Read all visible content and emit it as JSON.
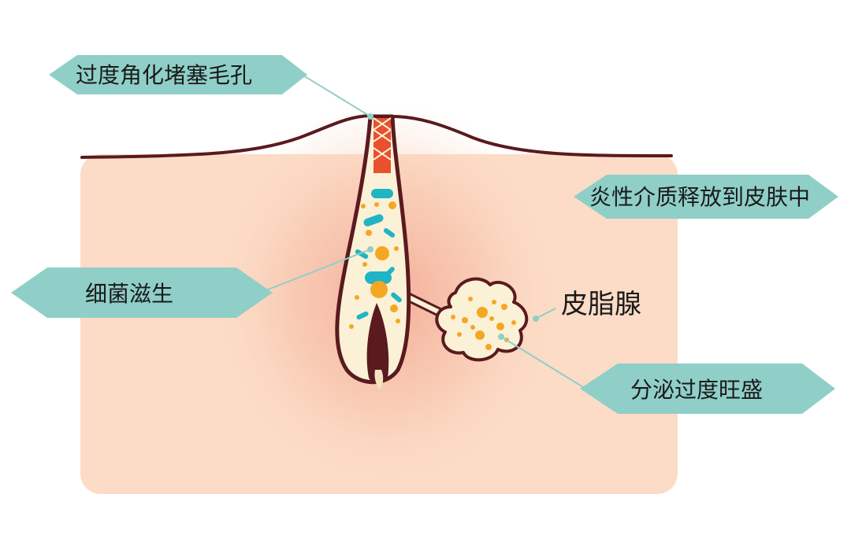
{
  "labels": {
    "keratin_blockage": "过度角化堵塞毛孔",
    "inflammatory_release": "炎性介质释放到皮肤中",
    "bacteria_growth": "细菌滋生",
    "sebaceous_gland": "皮脂腺",
    "excess_secretion": "分泌过度旺盛"
  },
  "colors": {
    "skin_fill": "#fcdcc6",
    "skin_inflamed": "#f2a994",
    "outline": "#5a1a1e",
    "label_bg": "#8fcfc8",
    "leader_line": "#8fcfc8",
    "keratin_plug": "#e8502e",
    "pore_fill": "#fbf1d6",
    "bacteria_teal": "#1fb5c4",
    "sebum_orange": "#f5a623",
    "hair": "#5a1a1e"
  }
}
